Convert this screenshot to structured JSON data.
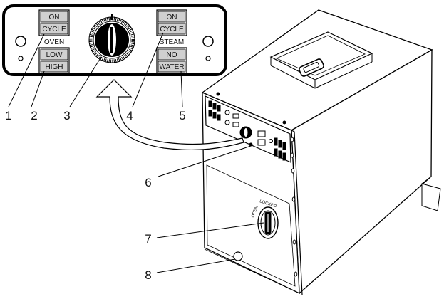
{
  "control_panel": {
    "oven_indicator": {
      "top": "ON",
      "bottom": "CYCLE"
    },
    "oven_label": "OVEN",
    "oven_switch": {
      "top": "LOW",
      "bottom": "HIGH"
    },
    "steam_indicator": {
      "top": "ON",
      "bottom": "CYCLE"
    },
    "steam_label": "STEAM",
    "water_indicator": {
      "top": "NO",
      "bottom": "WATER"
    }
  },
  "door_lock": {
    "locked_label": "LOCKED",
    "open_label": "OPEN"
  },
  "callouts": [
    "1",
    "2",
    "3",
    "4",
    "5",
    "6",
    "7",
    "8"
  ]
}
